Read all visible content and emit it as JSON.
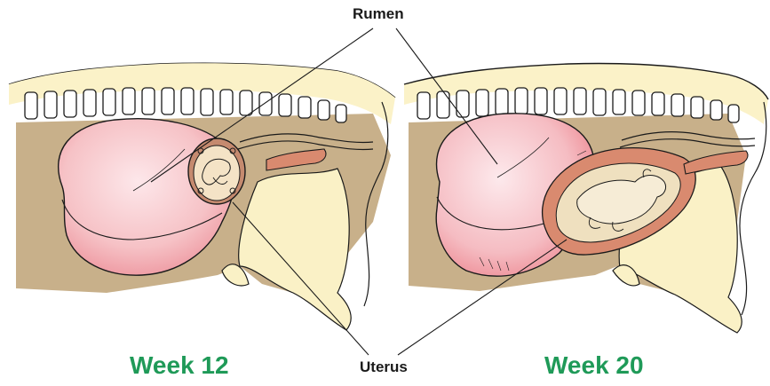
{
  "labels": {
    "rumen": "Rumen",
    "uterus": "Uterus",
    "week_left": "Week 12",
    "week_right": "Week 20"
  },
  "colors": {
    "week_text": "#1f9a58",
    "body_fill": "#c8b08a",
    "rumen_fill": "#f6c2c6",
    "uterus_fill": "#d98a6f",
    "hide_fill": "#faf1c6",
    "outline": "#1a1a1a"
  },
  "panels": [
    {
      "id": "week-12",
      "caption_key": "week_left"
    },
    {
      "id": "week-20",
      "caption_key": "week_right"
    }
  ]
}
